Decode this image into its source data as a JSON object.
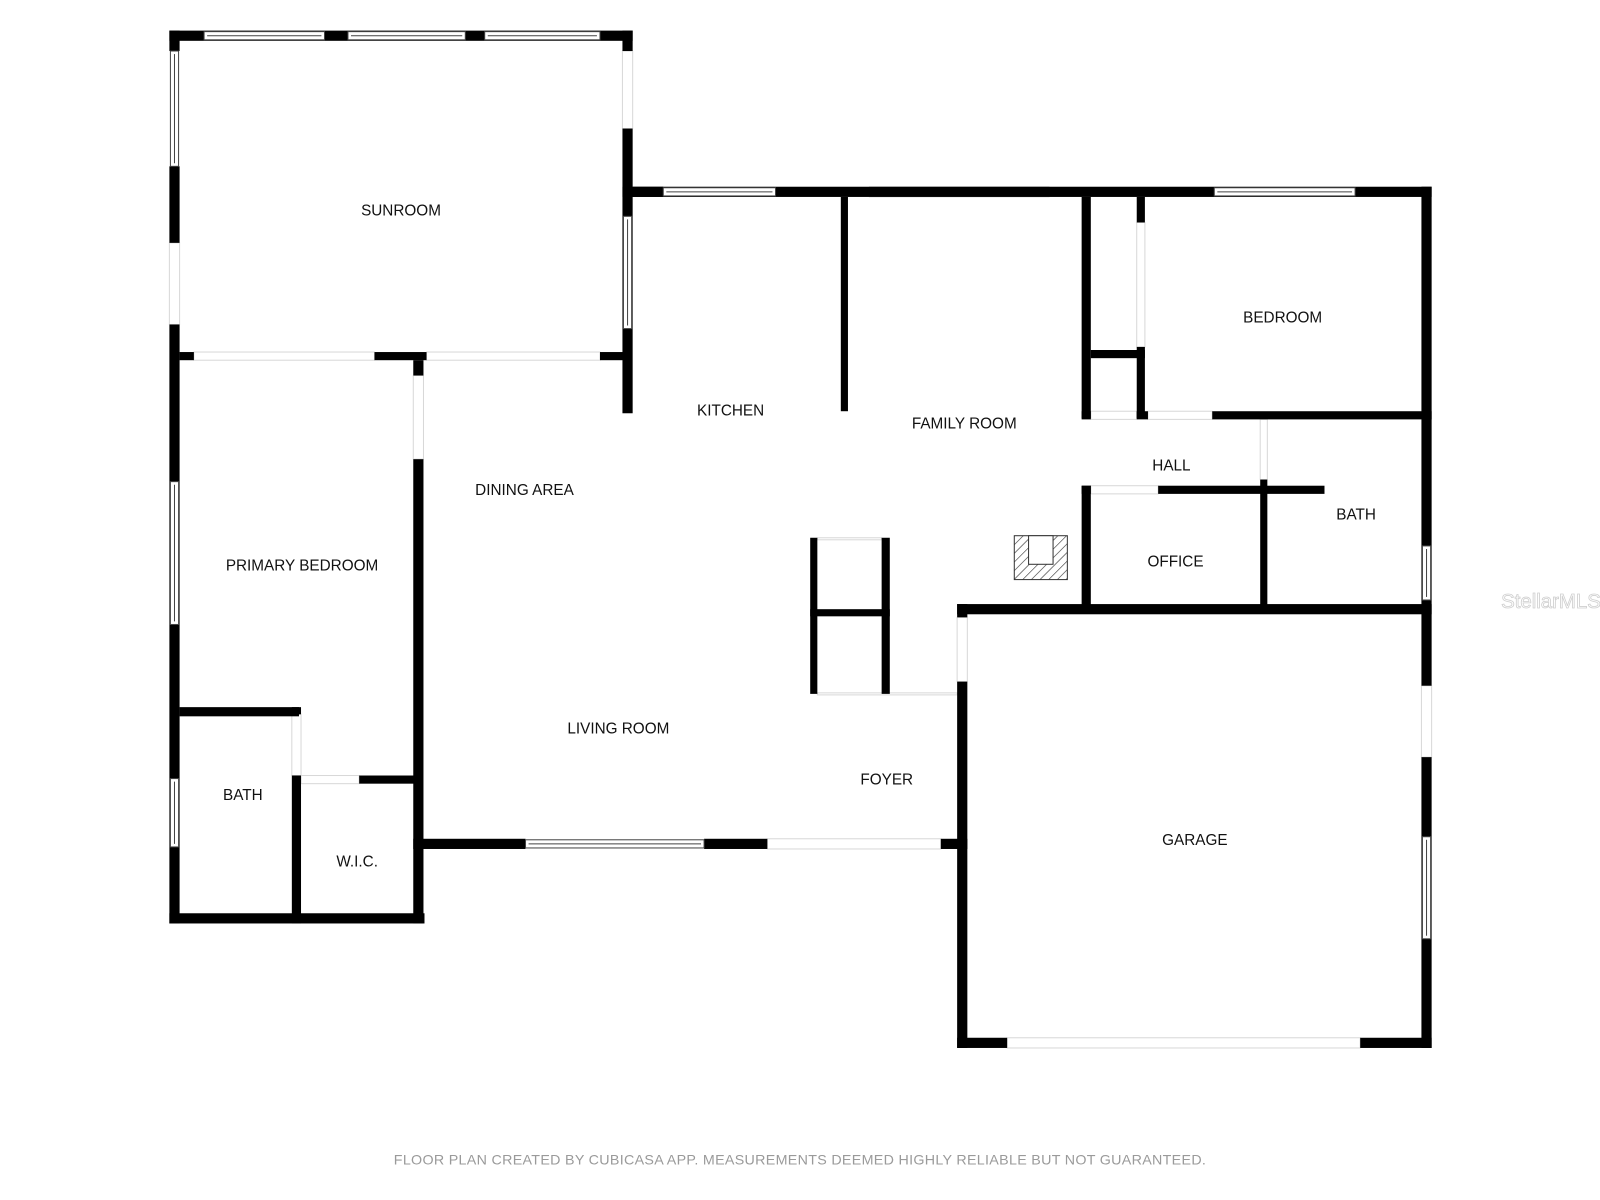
{
  "rooms": {
    "sunroom": "SUNROOM",
    "kitchen": "KITCHEN",
    "family_room": "FAMILY ROOM",
    "bedroom": "BEDROOM",
    "hall": "HALL",
    "bath_east": "BATH",
    "office": "OFFICE",
    "dining_area": "DINING AREA",
    "primary_bedroom": "PRIMARY BEDROOM",
    "living_room": "LIVING ROOM",
    "foyer": "FOYER",
    "bath_primary": "BATH",
    "wic": "W.I.C.",
    "garage": "GARAGE"
  },
  "watermark": "StellarMLS",
  "footer": "FLOOR PLAN CREATED BY CUBICASA APP. MEASUREMENTS DEEMED HIGHLY RELIABLE BUT NOT GUARANTEED."
}
